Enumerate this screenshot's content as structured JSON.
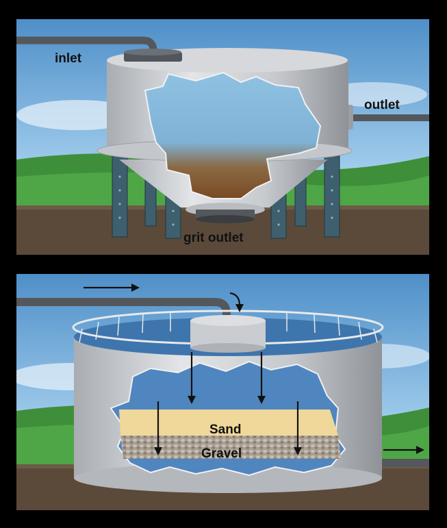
{
  "top_panel": {
    "labels": {
      "inlet": "inlet",
      "outlet": "outlet",
      "grit_outlet": "grit outlet"
    }
  },
  "bottom_panel": {
    "labels": {
      "sand": "Sand",
      "gravel": "Gravel"
    }
  },
  "colors": {
    "sky": "#8ec1e6",
    "grass": "#3f8f3a",
    "soil": "#5b4a3a",
    "tank": "#c9ccd0",
    "pipe": "#54575b",
    "water": "#4f86c0",
    "sand": "#f0d79a",
    "gravel": "#a89e92",
    "sludge": "#8a5a2e",
    "legs": "#3d5f6e"
  }
}
